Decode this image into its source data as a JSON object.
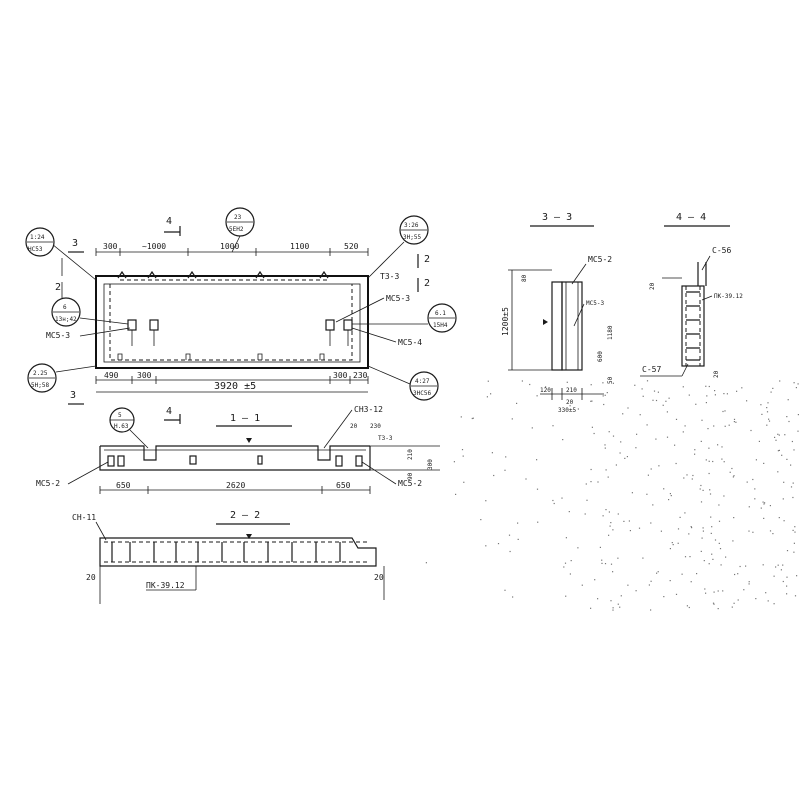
{
  "sections": {
    "s11": "1 — 1",
    "s22": "2 — 2",
    "s33": "3 — 3",
    "s44": "4 — 4",
    "cut3": "3",
    "cut4": "4",
    "cut2": "2"
  },
  "plan": {
    "dim_top": [
      "300",
      "~1000",
      "1000",
      "1100",
      "520"
    ],
    "dim_bottom": [
      "490",
      "300",
      "300",
      "230"
    ],
    "overall": "3920 ±5",
    "marks": {
      "tl": [
        "1:24",
        "НС53"
      ],
      "top": [
        "23",
        "5ЕН2"
      ],
      "tr": [
        "3:26",
        "ЗН;55"
      ],
      "ml": [
        "6",
        "13н;42"
      ],
      "mr": [
        "6.1",
        "15Н4"
      ],
      "bl": [
        "2.25",
        "5Н;58"
      ],
      "br": [
        "4:27",
        "ЗНС56"
      ],
      "sec": [
        "5",
        "Н.63"
      ]
    },
    "callouts": {
      "ms5_3_left": "МС5-3",
      "ms5_3_right": "МС5-3",
      "ms5_4": "МС5-4",
      "t3_3": "ТЗ-3"
    }
  },
  "section11": {
    "dims": [
      "650",
      "2620",
      "650"
    ],
    "side_dims": [
      "20",
      "230",
      "210",
      "90",
      "300"
    ],
    "labels": {
      "left": "МС5-2",
      "right": "МС5-2",
      "top": "СНЗ-12",
      "t3": "ТЗ-3"
    }
  },
  "section22": {
    "labels": {
      "sn": "СН-11",
      "pk": "ПК-39.12"
    },
    "dims": [
      "20",
      "20"
    ]
  },
  "section33": {
    "height": "1200±5",
    "inner": [
      "600",
      "1180",
      "80",
      "50"
    ],
    "bottom": [
      "120",
      "210",
      "20",
      "330±5"
    ],
    "labels": {
      "ms5_2": "МС5-2",
      "ms5_3": "МС5-3"
    }
  },
  "section44": {
    "labels": {
      "c56": "С-56",
      "pk": "ПК-39.12",
      "c57": "С-57"
    },
    "dims": [
      "20",
      "20"
    ]
  }
}
